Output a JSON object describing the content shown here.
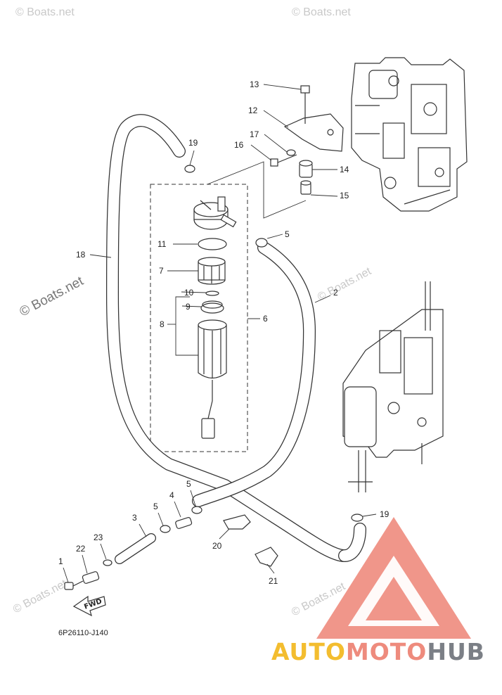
{
  "diagram": {
    "callouts": [
      {
        "id": "c1",
        "label": "1"
      },
      {
        "id": "c2",
        "label": "2"
      },
      {
        "id": "c3",
        "label": "3"
      },
      {
        "id": "c4",
        "label": "4"
      },
      {
        "id": "c5a",
        "label": "5"
      },
      {
        "id": "c5b",
        "label": "5"
      },
      {
        "id": "c5c",
        "label": "5"
      },
      {
        "id": "c6",
        "label": "6"
      },
      {
        "id": "c7",
        "label": "7"
      },
      {
        "id": "c8",
        "label": "8"
      },
      {
        "id": "c9",
        "label": "9"
      },
      {
        "id": "c10",
        "label": "10"
      },
      {
        "id": "c11",
        "label": "11"
      },
      {
        "id": "c12",
        "label": "12"
      },
      {
        "id": "c13",
        "label": "13"
      },
      {
        "id": "c14",
        "label": "14"
      },
      {
        "id": "c15",
        "label": "15"
      },
      {
        "id": "c16",
        "label": "16"
      },
      {
        "id": "c17",
        "label": "17"
      },
      {
        "id": "c18",
        "label": "18"
      },
      {
        "id": "c19a",
        "label": "19"
      },
      {
        "id": "c19b",
        "label": "19"
      },
      {
        "id": "c20",
        "label": "20"
      },
      {
        "id": "c21",
        "label": "21"
      },
      {
        "id": "c22",
        "label": "22"
      },
      {
        "id": "c23",
        "label": "23"
      }
    ],
    "diagram_code": "6P26110-J140",
    "fwd_label": "FWD"
  },
  "watermarks": {
    "small": "© Boats.net",
    "large": "© Boats.net"
  },
  "logo": {
    "part1": "AUTO",
    "part2": "MOTO",
    "part3": "HUB",
    "colors": {
      "auto": "#f3bd2f",
      "moto": "#ee8b7d",
      "hub": "#7b7f86",
      "triangle": "#ee8b7d"
    }
  }
}
